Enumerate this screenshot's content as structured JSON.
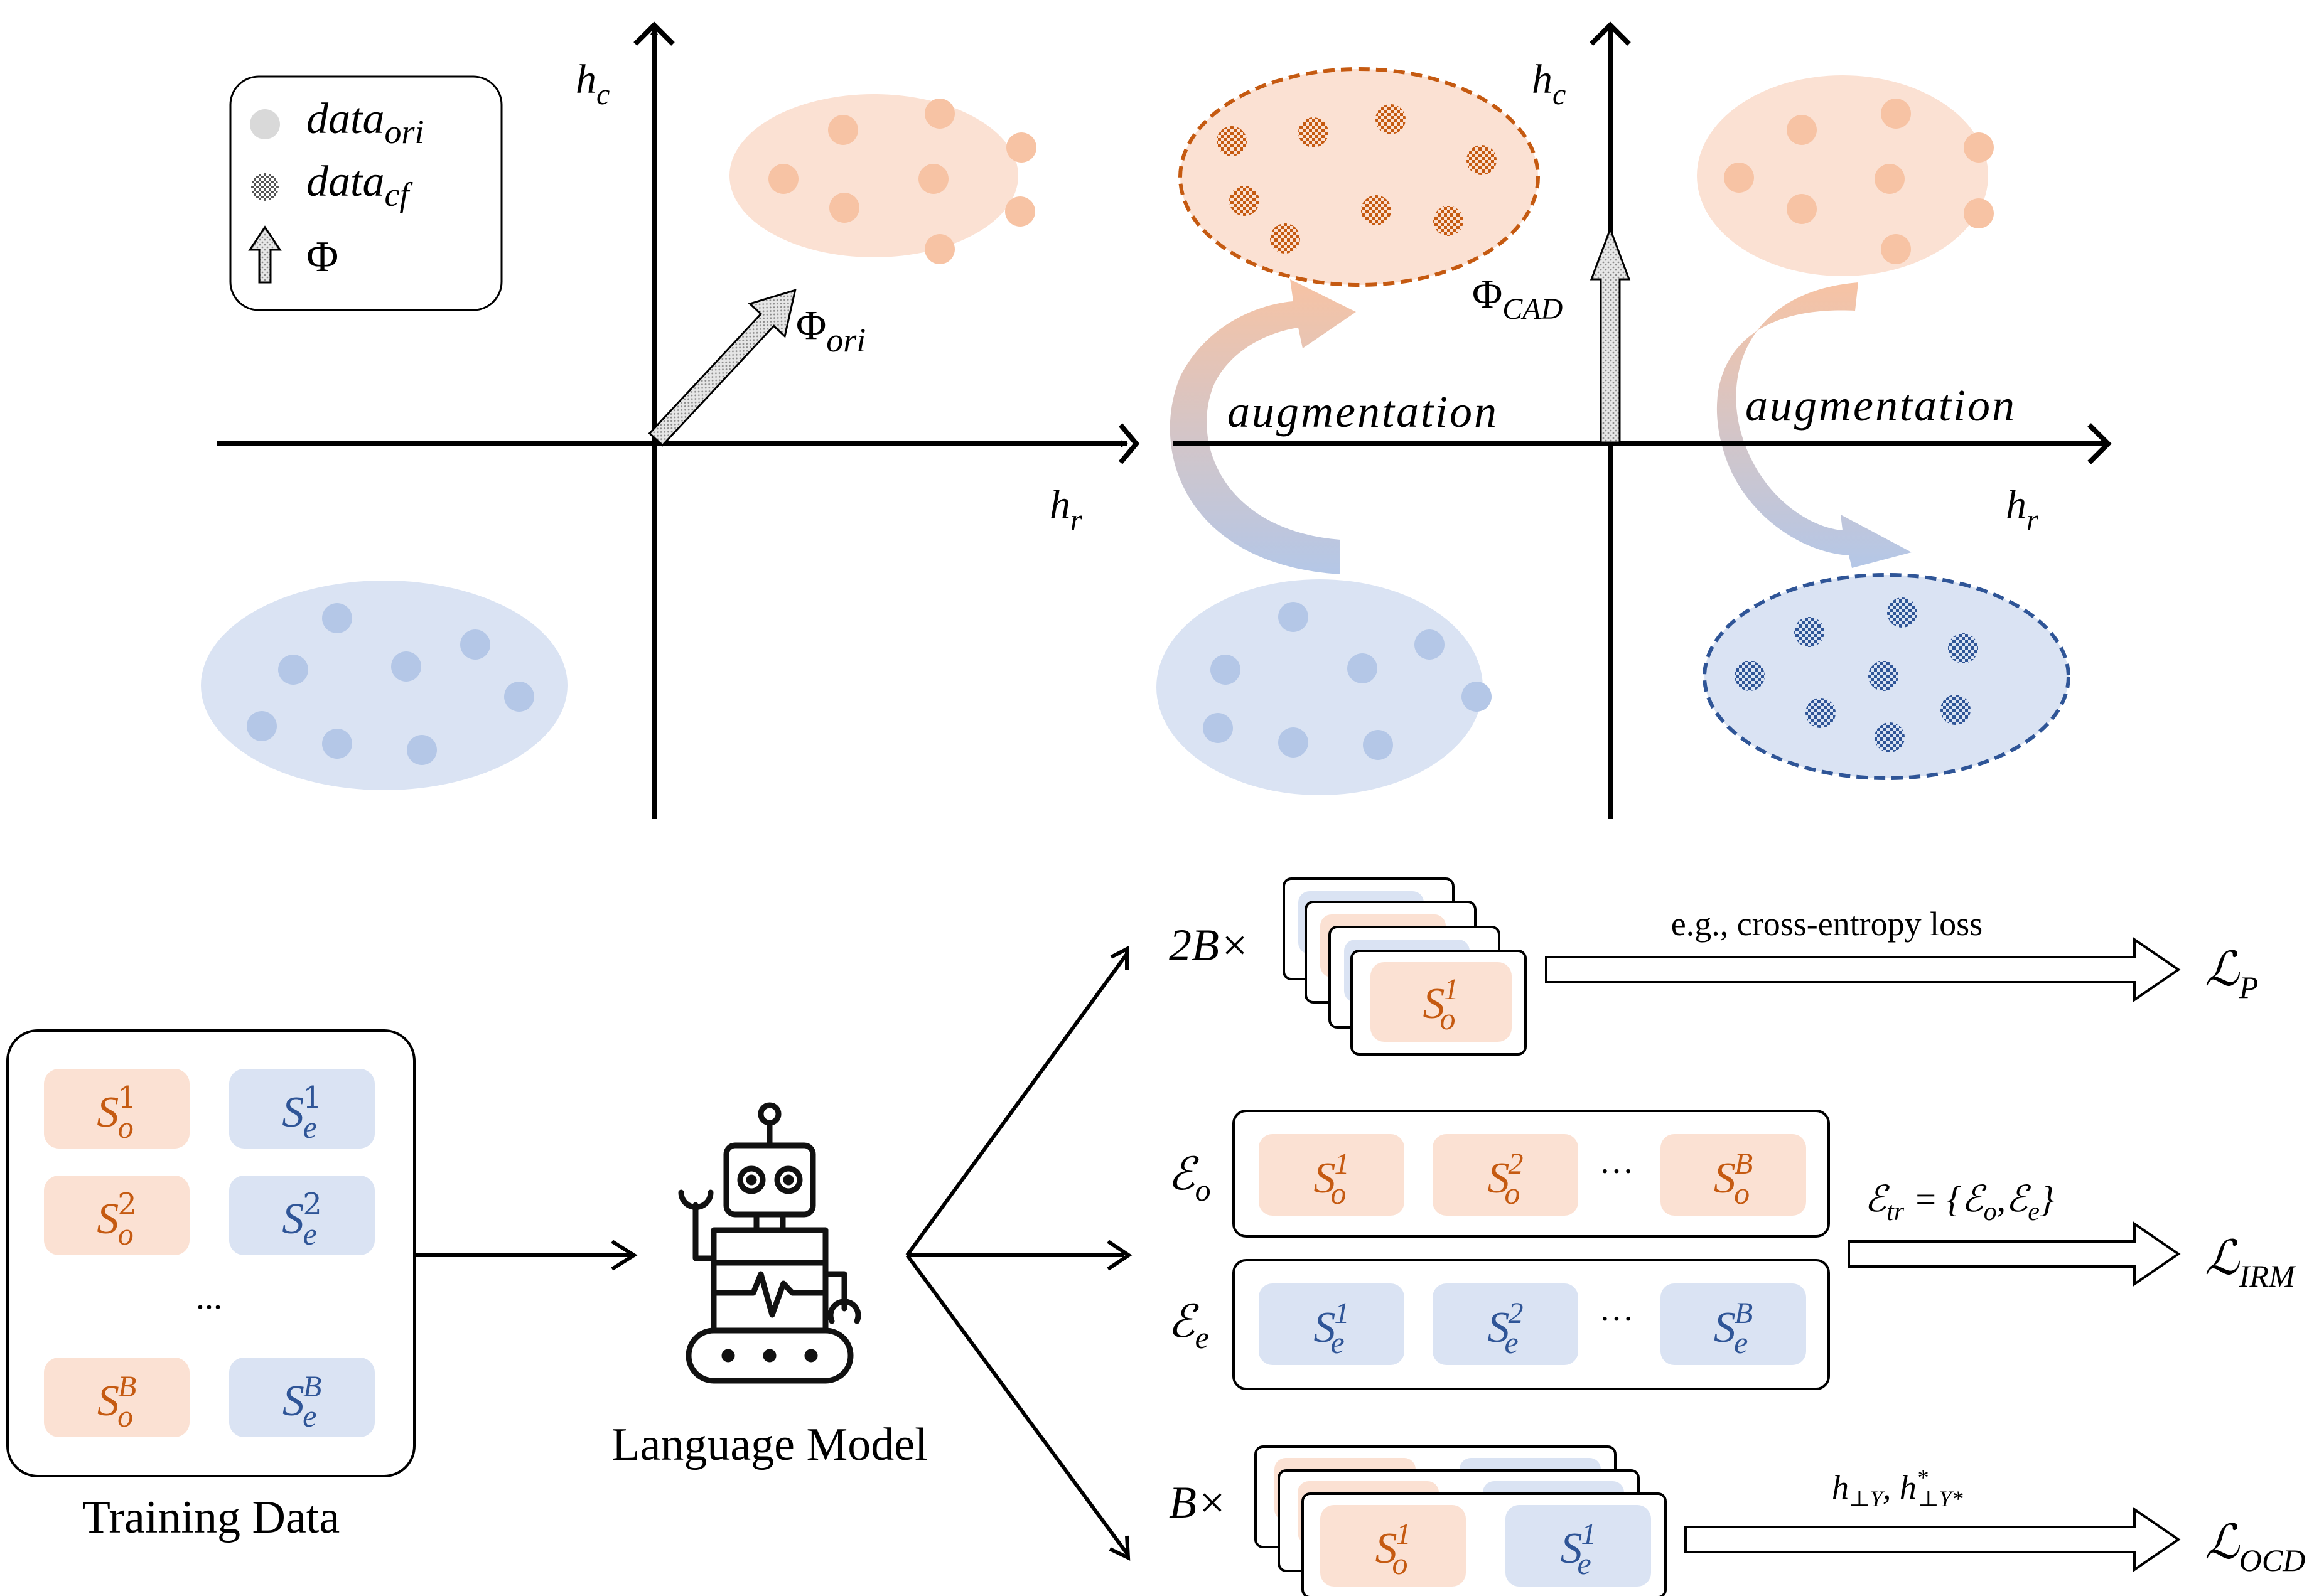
{
  "legend": {
    "ori_base": "data",
    "ori_sub": "ori",
    "cf_base": "data",
    "cf_sub": "cf",
    "phi": "Φ"
  },
  "axes": {
    "hc_base": "h",
    "hc_sub": "c",
    "hr_base": "h",
    "hr_sub": "r"
  },
  "arrows": {
    "phi_ori_base": "Φ",
    "phi_ori_sub": "ori",
    "phi_cad_base": "Φ",
    "phi_cad_sub": "CAD",
    "augmentation": "augmentation"
  },
  "training": {
    "label": "Training Data",
    "ellipsis": "...",
    "chips": [
      {
        "base": "S",
        "sub": "o",
        "sup": "1",
        "kind": "o"
      },
      {
        "base": "S",
        "sub": "e",
        "sup": "1",
        "kind": "e"
      },
      {
        "base": "S",
        "sub": "o",
        "sup": "2",
        "kind": "o"
      },
      {
        "base": "S",
        "sub": "e",
        "sup": "2",
        "kind": "e"
      },
      {
        "base": "S",
        "sub": "o",
        "sup": "B",
        "kind": "o"
      },
      {
        "base": "S",
        "sub": "e",
        "sup": "B",
        "kind": "e"
      }
    ]
  },
  "model": {
    "label": "Language Model"
  },
  "branches": {
    "p": {
      "multiplier": "2B×",
      "chip": {
        "base": "S",
        "sub": "o",
        "sup": "1"
      },
      "arrow_label": "e.g., cross-entropy loss",
      "loss_base": "ℒ",
      "loss_sub": "P"
    },
    "irm": {
      "env_o_base": "ℰ",
      "env_o_sub": "o",
      "env_e_base": "ℰ",
      "env_e_sub": "e",
      "row_o": [
        {
          "base": "S",
          "sub": "o",
          "sup": "1"
        },
        {
          "base": "S",
          "sub": "o",
          "sup": "2"
        },
        {
          "base": "S",
          "sub": "o",
          "sup": "B"
        }
      ],
      "row_e": [
        {
          "base": "S",
          "sub": "e",
          "sup": "1"
        },
        {
          "base": "S",
          "sub": "e",
          "sup": "2"
        },
        {
          "base": "S",
          "sub": "e",
          "sup": "B"
        }
      ],
      "ellipsis": "···",
      "set_label_base": "ℰ",
      "set_label_sub": "tr",
      "set_label_rest": " = {ℰ",
      "set_label_o": "o",
      "set_label_mid": ",ℰ",
      "set_label_e": "e",
      "set_label_end": "}",
      "loss_base": "ℒ",
      "loss_sub": "IRM"
    },
    "ocd": {
      "multiplier": "B×",
      "chip_o": {
        "base": "S",
        "sub": "o",
        "sup": "1"
      },
      "chip_e": {
        "base": "S",
        "sub": "e",
        "sup": "1"
      },
      "arrow_label_1": "h",
      "arrow_label_1_sub": "⊥Y",
      "arrow_label_sep": ", ",
      "arrow_label_2": "h",
      "arrow_label_2_sup": "*",
      "arrow_label_2_sub": "⊥Y*",
      "loss_base": "ℒ",
      "loss_sub": "OCD"
    }
  },
  "colors": {
    "orange_fill": "#fbe1d3",
    "orange_dot": "#f7c3a4",
    "orange_text": "#c55a11",
    "orange_dash": "#c55a11",
    "blue_fill": "#dae3f3",
    "blue_dot": "#b4c7e7",
    "blue_text": "#2f5597",
    "blue_dash": "#2f5597",
    "grey_dot": "#d9d9d9",
    "axis": "#000000"
  }
}
